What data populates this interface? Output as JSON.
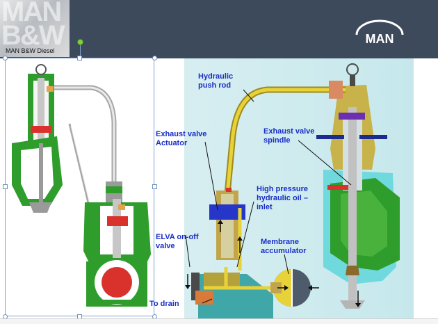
{
  "header": {
    "brand_label": "MAN B&W Diesel",
    "logo_text": "MAN"
  },
  "labels": {
    "hydraulic_push_rod": [
      "Hydraulic",
      "push rod"
    ],
    "exhaust_valve_actuator": [
      "Exhaust valve",
      "Actuator"
    ],
    "exhaust_valve_spindle": [
      "Exhaust valve",
      "spindle"
    ],
    "high_pressure_oil": [
      "High pressure",
      "hydraulic oil –",
      "inlet"
    ],
    "elva_valve": [
      "ELVA on-off",
      "valve"
    ],
    "membrane_accumulator": [
      "Membrane",
      "accumulator"
    ],
    "to_drain": "To drain"
  },
  "colors": {
    "header_bg": "#3c4a5c",
    "label_text": "#1a2ec6",
    "engine_green": "#2f9d2c",
    "oil_yellow": "#e8d23a",
    "cyan_panel": "#c6e8ec"
  }
}
